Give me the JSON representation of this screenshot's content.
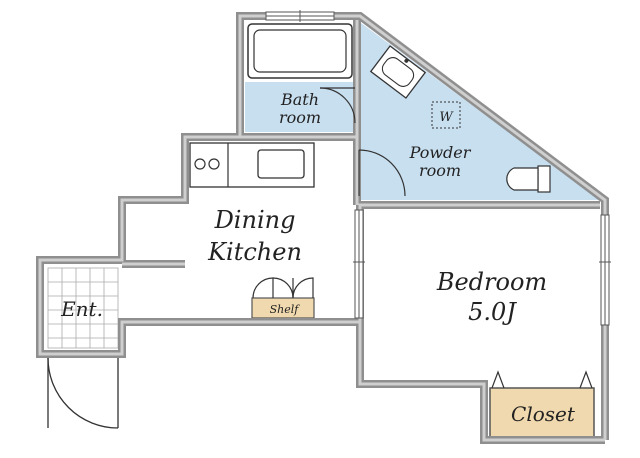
{
  "rooms": {
    "bath": {
      "line1": "Bath",
      "line2": "room"
    },
    "powder": {
      "line1": "Powder",
      "line2": "room",
      "washer_mark": "W"
    },
    "dining": {
      "line1": "Dining",
      "line2": "Kitchen"
    },
    "bedroom": {
      "line1": "Bedroom",
      "line2": "5.0J"
    },
    "entrance": {
      "label": "Ent."
    },
    "closet": {
      "label": "Closet"
    },
    "shelf": {
      "label": "Shelf"
    }
  },
  "colors": {
    "wet_area": "#c8dff0",
    "storage": "#f0d9ae",
    "wall": "#9a9a9a",
    "wall_edge": "#555555"
  }
}
